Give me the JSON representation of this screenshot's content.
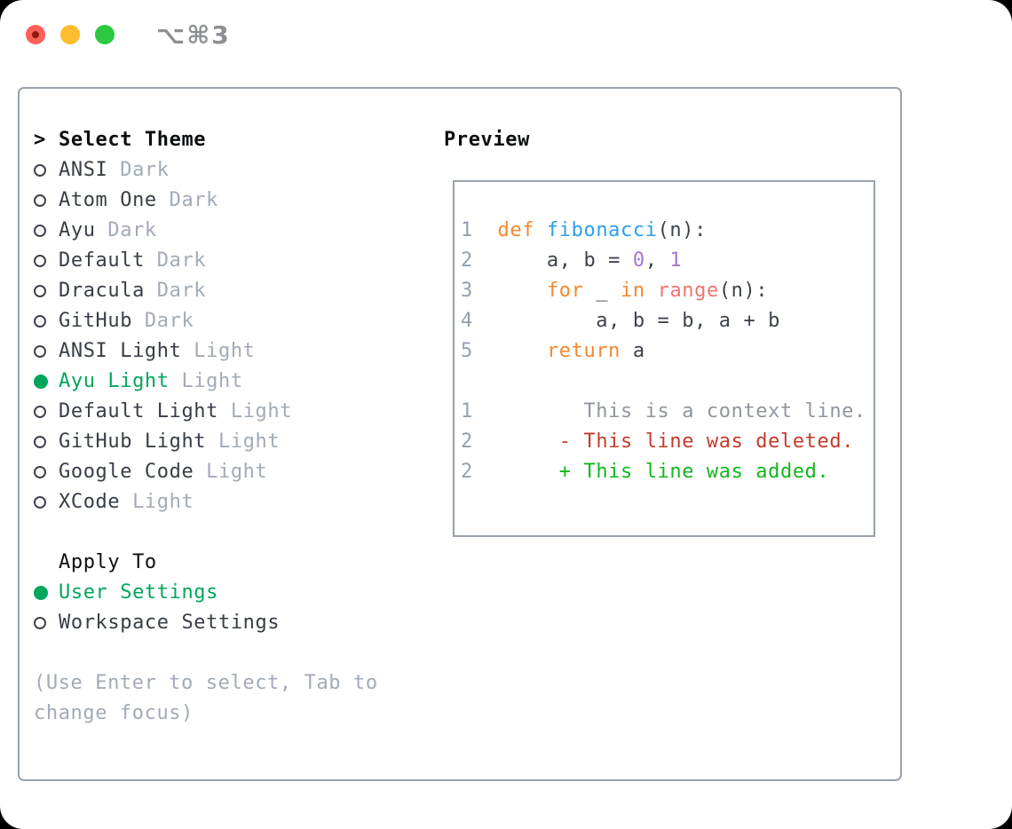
{
  "window": {
    "title": "⌥⌘3",
    "traffic_lights": [
      {
        "name": "close",
        "color": "#ff5f57"
      },
      {
        "name": "minimize",
        "color": "#febc2e"
      },
      {
        "name": "zoom",
        "color": "#2bc840"
      }
    ]
  },
  "colors": {
    "text": "#373e47",
    "muted": "#a2abb8",
    "green": "#00a65a",
    "title-gray": "#8c8f94",
    "code": "#3d434d",
    "keyword": "#f6882c",
    "func": "#2da0e8",
    "num": "#a376cf",
    "builtin": "#f37370",
    "lineno": "#94a0ae",
    "context": "#8f969e",
    "deleted": "#c53b2a",
    "added": "#12b71c"
  },
  "theme_picker": {
    "header": {
      "prefix": ">",
      "label": "Select Theme"
    },
    "themes": [
      {
        "name": "ANSI",
        "variant": "Dark",
        "selected": false
      },
      {
        "name": "Atom One",
        "variant": "Dark",
        "selected": false
      },
      {
        "name": "Ayu",
        "variant": "Dark",
        "selected": false
      },
      {
        "name": "Default",
        "variant": "Dark",
        "selected": false
      },
      {
        "name": "Dracula",
        "variant": "Dark",
        "selected": false
      },
      {
        "name": "GitHub",
        "variant": "Dark",
        "selected": false
      },
      {
        "name": "ANSI Light",
        "variant": "Light",
        "selected": false
      },
      {
        "name": "Ayu Light",
        "variant": "Light",
        "selected": true
      },
      {
        "name": "Default Light",
        "variant": "Light",
        "selected": false
      },
      {
        "name": "GitHub Light",
        "variant": "Light",
        "selected": false
      },
      {
        "name": "Google Code",
        "variant": "Light",
        "selected": false
      },
      {
        "name": "XCode",
        "variant": "Light",
        "selected": false
      }
    ],
    "apply_to": {
      "label": "Apply To",
      "options": [
        {
          "name": "User Settings",
          "selected": true
        },
        {
          "name": "Workspace Settings",
          "selected": false
        }
      ]
    },
    "help_lines": [
      "(Use Enter to select, Tab to",
      "change focus)"
    ]
  },
  "preview": {
    "label": "Preview",
    "code_lines": [
      {
        "num": "1",
        "segments": [
          {
            "t": "def",
            "c": "keyword"
          },
          {
            "t": " ",
            "c": "code"
          },
          {
            "t": "fibonacci",
            "c": "func"
          },
          {
            "t": "(n):",
            "c": "code"
          }
        ]
      },
      {
        "num": "2",
        "segments": [
          {
            "t": "    a, b = ",
            "c": "code"
          },
          {
            "t": "0",
            "c": "num"
          },
          {
            "t": ", ",
            "c": "code"
          },
          {
            "t": "1",
            "c": "num"
          }
        ]
      },
      {
        "num": "3",
        "segments": [
          {
            "t": "    ",
            "c": "code"
          },
          {
            "t": "for",
            "c": "keyword"
          },
          {
            "t": " _ ",
            "c": "code"
          },
          {
            "t": "in",
            "c": "keyword"
          },
          {
            "t": " ",
            "c": "code"
          },
          {
            "t": "range",
            "c": "builtin"
          },
          {
            "t": "(n):",
            "c": "code"
          }
        ]
      },
      {
        "num": "4",
        "segments": [
          {
            "t": "        a, b = b, a + b",
            "c": "code"
          }
        ]
      },
      {
        "num": "5",
        "segments": [
          {
            "t": "    ",
            "c": "code"
          },
          {
            "t": "return",
            "c": "keyword"
          },
          {
            "t": " a",
            "c": "code"
          }
        ]
      }
    ],
    "diff_lines": [
      {
        "num": "1",
        "type": "context",
        "segments": [
          {
            "t": "       This is a context line.",
            "c": "context"
          }
        ]
      },
      {
        "num": "2",
        "type": "deleted",
        "segments": [
          {
            "t": "     ",
            "c": "code"
          },
          {
            "t": "- This line was deleted.",
            "c": "deleted"
          }
        ]
      },
      {
        "num": "2",
        "type": "added",
        "segments": [
          {
            "t": "     ",
            "c": "code"
          },
          {
            "t": "+ This line was added.",
            "c": "added"
          }
        ]
      }
    ]
  }
}
